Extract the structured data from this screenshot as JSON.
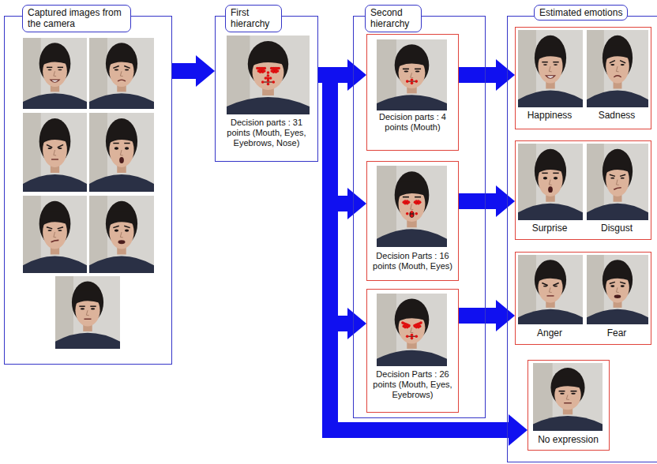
{
  "diagram": {
    "nodes": [
      {
        "text": [
          "Captured images from the camera"
        ]
      },
      {
        "text": [
          "First hierarchy",
          "Decision parts : 31 points (Mouth, Eyes, Eyebrows, Nose)"
        ]
      },
      {
        "text": [
          "Second hierarchy"
        ]
      },
      {
        "text": [
          "Decision parts : 4 points (Mouth)"
        ],
        "in": 2
      },
      {
        "text": [
          "Decision Parts : 16 points (Mouth, Eyes)"
        ],
        "in": 2
      },
      {
        "text": [
          "Decision Parts : 26 points (Mouth, Eyes, Eyebrows)"
        ],
        "in": 2
      },
      {
        "text": [
          "Estimated emotions"
        ]
      },
      {
        "text": [
          "Happiness",
          "Sadness"
        ],
        "in": 6
      },
      {
        "text": [
          "Surprise",
          "Disgust"
        ],
        "in": 6
      },
      {
        "text": [
          "Anger",
          "Fear"
        ],
        "in": 6
      },
      {
        "text": [
          "No expression"
        ],
        "in": 6
      }
    ],
    "edges": [
      {
        "from": 0,
        "to": 1,
        "arrow": "to"
      },
      {
        "from": 1,
        "to": 3,
        "arrow": "to"
      },
      {
        "from": 1,
        "to": 4,
        "arrow": "to"
      },
      {
        "from": 1,
        "to": 5,
        "arrow": "to"
      },
      {
        "from": 1,
        "to": 10,
        "arrow": "to"
      },
      {
        "from": 3,
        "to": 7,
        "arrow": "to"
      },
      {
        "from": 4,
        "to": 8,
        "arrow": "to"
      },
      {
        "from": 5,
        "to": 9,
        "arrow": "to"
      }
    ]
  }
}
